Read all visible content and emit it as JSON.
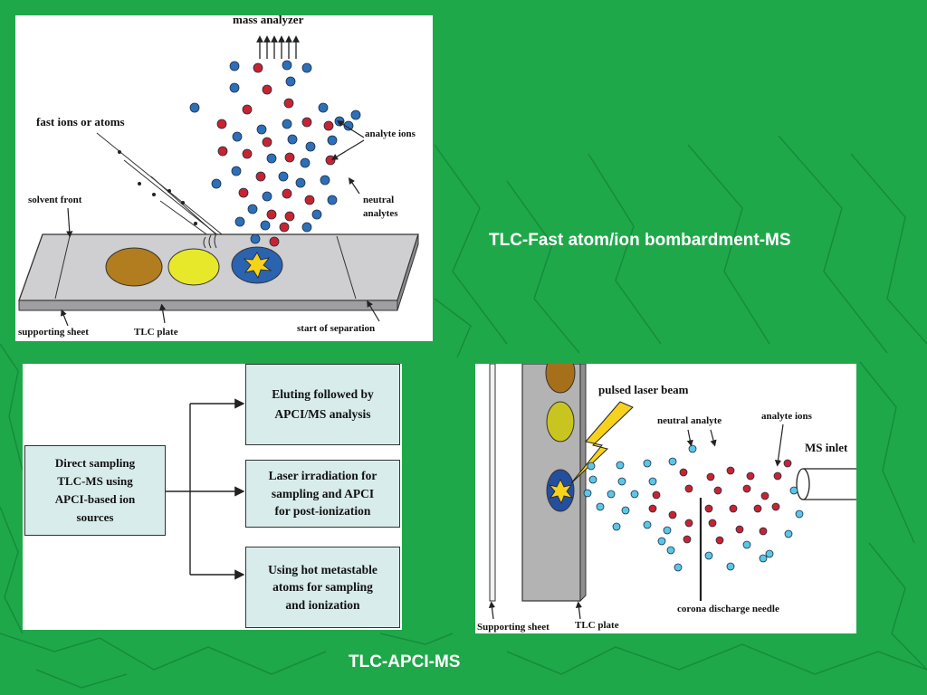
{
  "colors": {
    "background": "#1fa84a",
    "ion_red": "#c8242f",
    "atom_blue": "#2d6fb8",
    "neutral_light": "#5cc6e6",
    "flow_box": "#d9ecec",
    "spot_brown": "#b27d1e",
    "spot_yellow": "#e8e82a"
  },
  "fab_diagram": {
    "mass_analyzer": "mass analyzer",
    "fast_ions": "fast ions or atoms",
    "analyte_ions": "analyte ions",
    "neutral": "neutral",
    "analytes": "analytes",
    "solvent_front": "solvent front",
    "supporting_sheet": "supporting sheet",
    "tlc_plate": "TLC plate",
    "start_of_separation": "start of separation"
  },
  "fab_caption": "TLC-Fast atom/ion bombardment-MS",
  "flowchart": {
    "source": [
      "Direct sampling",
      "TLC-MS using",
      "APCI-based ion",
      "sources"
    ],
    "options": [
      [
        "Eluting followed by",
        "APCI/MS analysis"
      ],
      [
        "Laser irradiation for",
        "sampling and APCI",
        "for post-ionization"
      ],
      [
        "Using hot metastable",
        "atoms for sampling",
        "and ionization"
      ]
    ]
  },
  "apci_diagram": {
    "pulsed_laser": "pulsed laser beam",
    "neutral_analyte": "neutral analyte",
    "analyte_ions": "analyte ions",
    "ms_inlet": "MS inlet",
    "corona_needle": "corona discharge needle",
    "supporting_sheet": "Supporting sheet",
    "tlc_plate": "TLC plate"
  },
  "apci_caption": "TLC-APCI-MS"
}
